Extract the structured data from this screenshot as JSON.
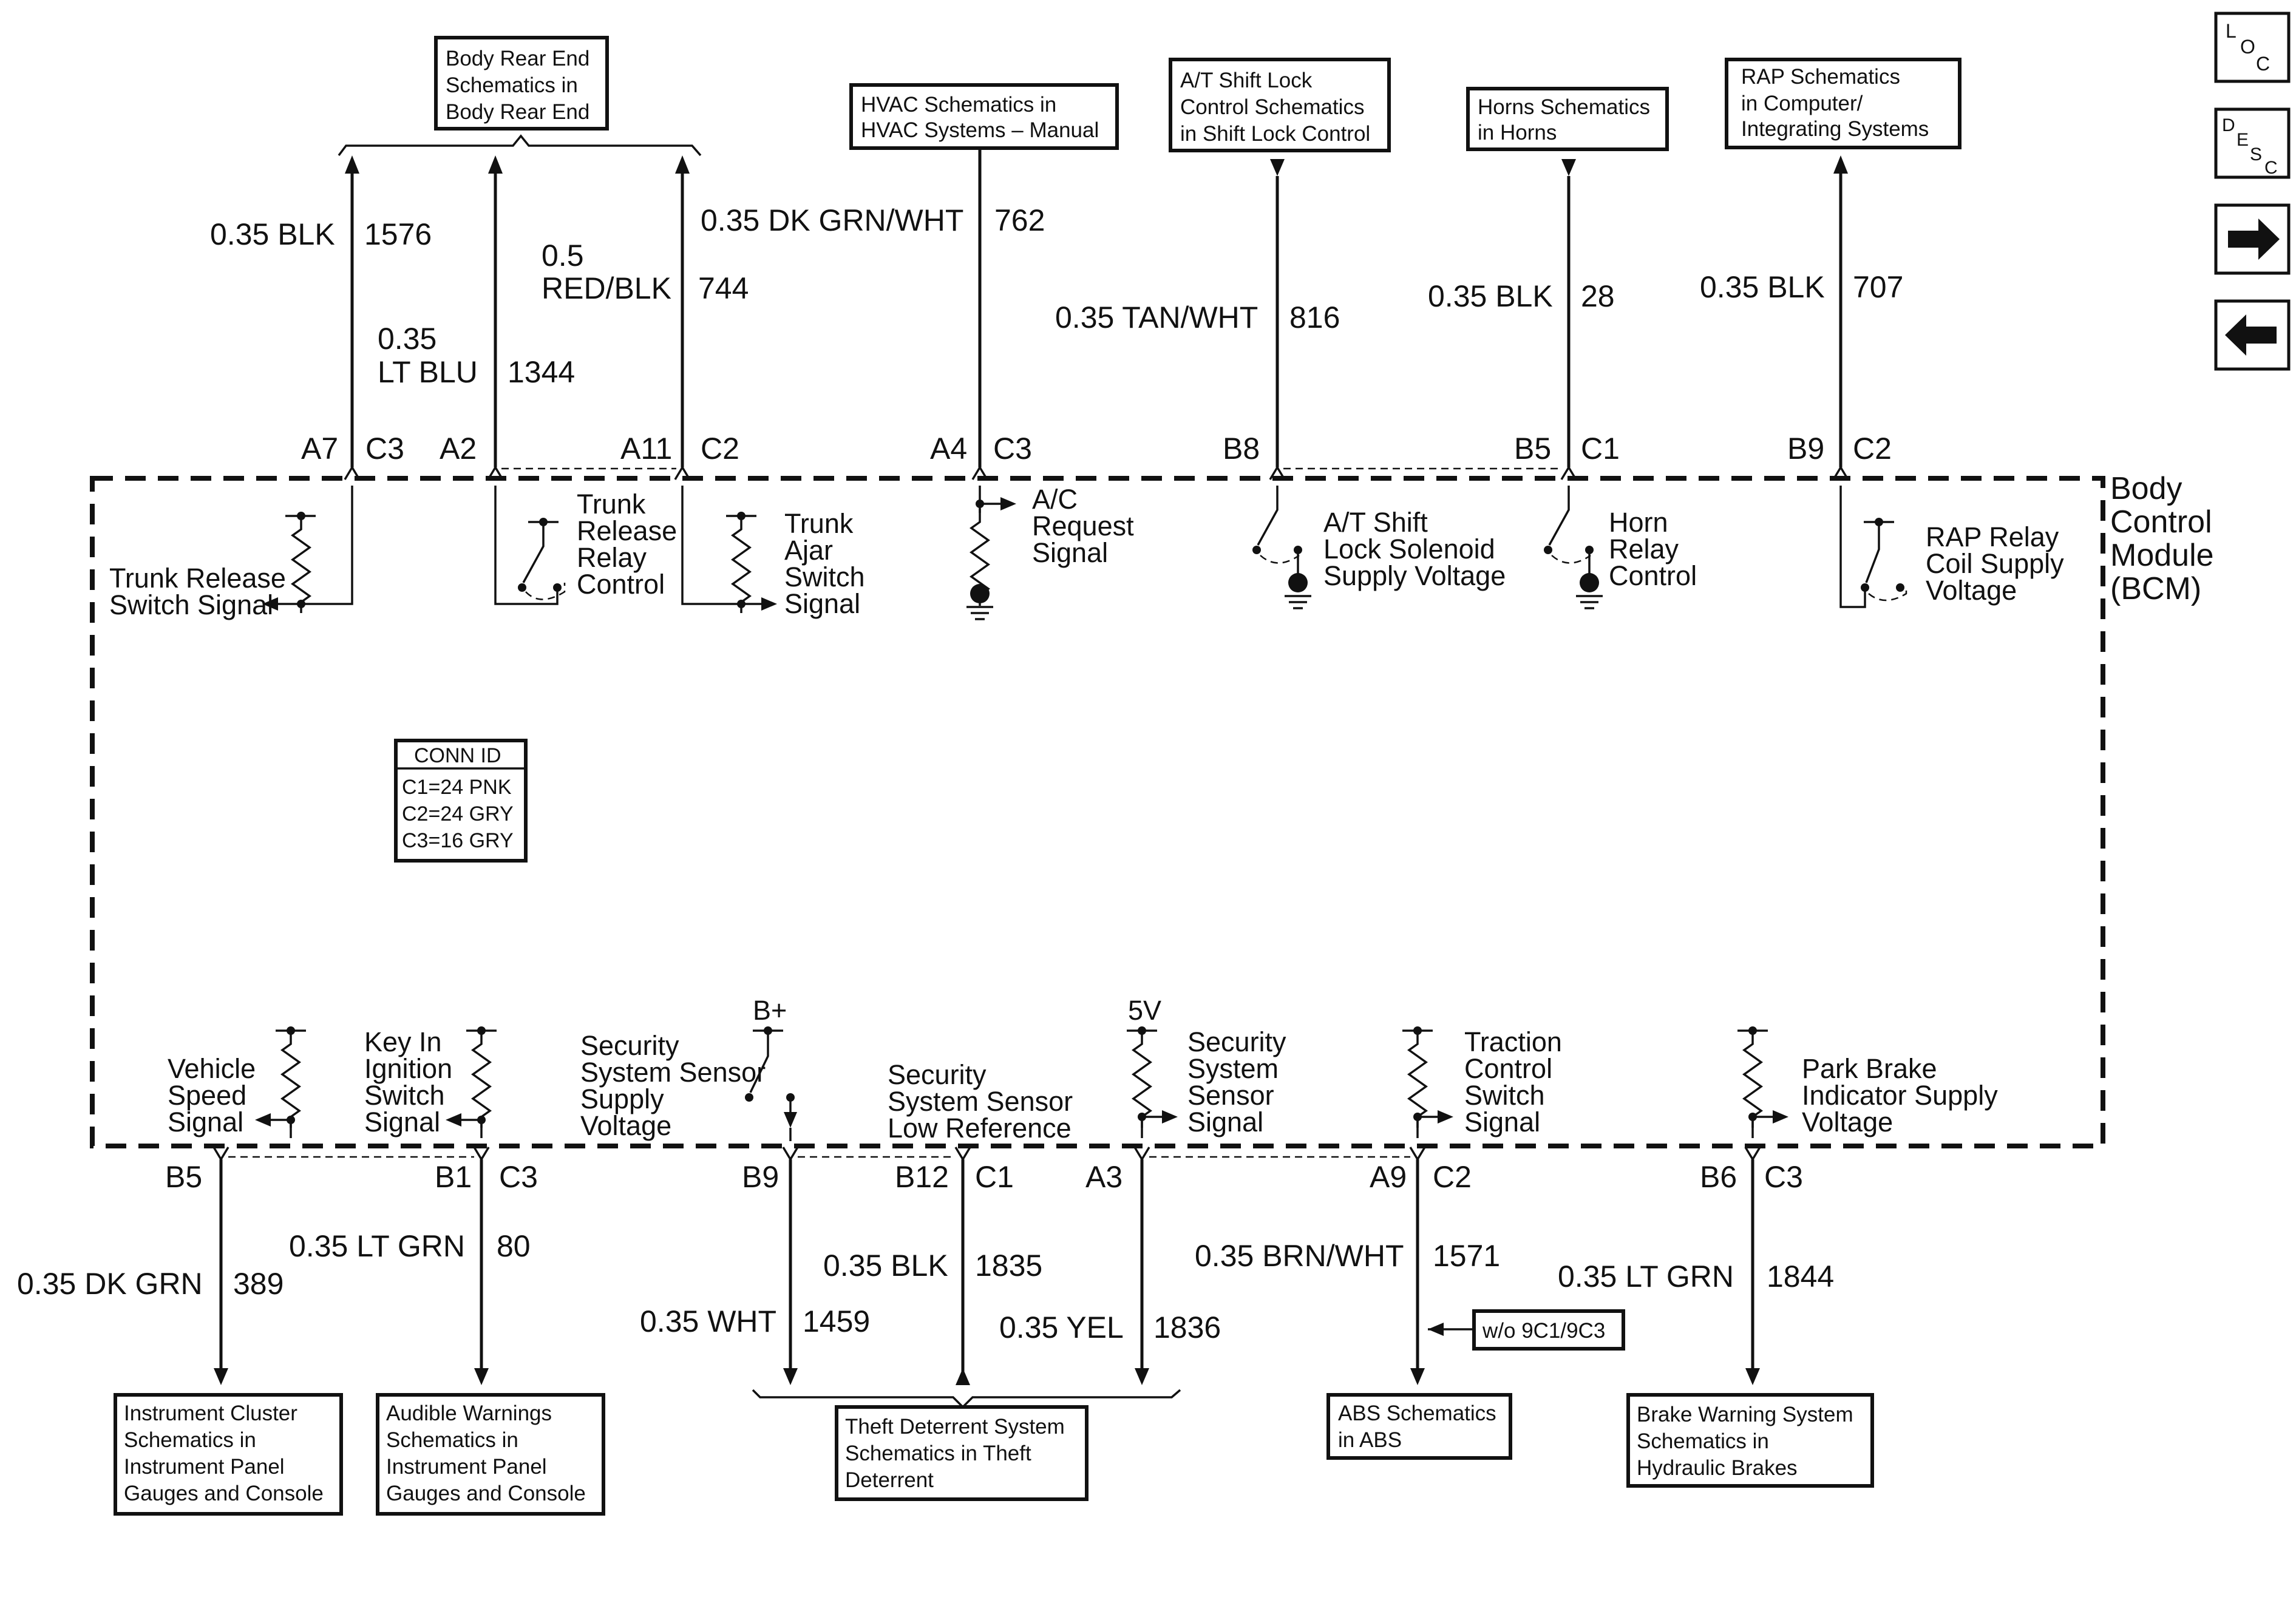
{
  "bcm_label": [
    "Body",
    "Control",
    "Module",
    "(BCM)"
  ],
  "nav_buttons": [
    {
      "name": "loc-button",
      "text": "LOC"
    },
    {
      "name": "desc-button",
      "text": "DESC"
    },
    {
      "name": "next-arrow-button",
      "icon": "right-arrow-icon"
    },
    {
      "name": "prev-arrow-button",
      "icon": "left-arrow-icon"
    }
  ],
  "conn_id": {
    "title": "CONN ID",
    "rows": [
      "C1=24 PNK",
      "C2=24 GRY",
      "C3=16 GRY"
    ]
  },
  "top_boxes": {
    "body_rear": [
      "Body Rear End",
      "Schematics in",
      "Body Rear End"
    ],
    "hvac": [
      "HVAC Schematics in",
      "HVAC Systems – Manual"
    ],
    "shift_lock": [
      "A/T Shift Lock",
      "Control Schematics",
      "in Shift Lock Control"
    ],
    "horns": [
      "Horns Schematics",
      "in Horns"
    ],
    "rap": [
      "RAP Schematics",
      "in Computer/",
      "Integrating Systems"
    ]
  },
  "bottom_boxes": {
    "instrument": [
      "Instrument Cluster",
      "Schematics in",
      "Instrument Panel",
      "Gauges and Console"
    ],
    "audible": [
      "Audible Warnings",
      "Schematics in",
      "Instrument Panel",
      "Gauges and Console"
    ],
    "theft": [
      "Theft Deterrent System",
      "Schematics in Theft",
      "Deterrent"
    ],
    "abs": [
      "ABS Schematics",
      "in ABS"
    ],
    "brake": [
      "Brake Warning System",
      "Schematics in",
      "Hydraulic Brakes"
    ],
    "wo_option": "w/o 9C1/9C3"
  },
  "top_wires": [
    {
      "pin": "A7",
      "conn": "C3",
      "size": [
        "0.35 BLK"
      ],
      "circuit": "1576"
    },
    {
      "pin": "A2",
      "conn": "",
      "size": [
        "0.35",
        "LT BLU"
      ],
      "circuit": "1344"
    },
    {
      "pin": "A11",
      "conn": "C2",
      "size": [
        "0.5",
        "RED/BLK"
      ],
      "circuit": "744"
    },
    {
      "pin": "A4",
      "conn": "C3",
      "size": [
        "0.35 DK GRN/WHT"
      ],
      "circuit": "762"
    },
    {
      "pin": "B8",
      "conn": "",
      "size": [
        "0.35 TAN/WHT"
      ],
      "circuit": "816"
    },
    {
      "pin": "B5",
      "conn": "C1",
      "size": [
        "0.35 BLK"
      ],
      "circuit": "28"
    },
    {
      "pin": "B9",
      "conn": "C2",
      "size": [
        "0.35 BLK"
      ],
      "circuit": "707"
    }
  ],
  "bottom_wires": [
    {
      "pin": "B5",
      "conn": "",
      "size": "0.35 DK GRN",
      "circuit": "389"
    },
    {
      "pin": "B1",
      "conn": "C3",
      "size": "0.35 LT GRN",
      "circuit": "80"
    },
    {
      "pin": "B9",
      "conn": "",
      "size": "0.35 WHT",
      "circuit": "1459"
    },
    {
      "pin": "B12",
      "conn": "C1",
      "size": "0.35 BLK",
      "circuit": "1835"
    },
    {
      "pin": "A3",
      "conn": "",
      "size": "0.35 YEL",
      "circuit": "1836"
    },
    {
      "pin": "A9",
      "conn": "C2",
      "size": "0.35 BRN/WHT",
      "circuit": "1571"
    },
    {
      "pin": "B6",
      "conn": "C3",
      "size": "0.35 LT GRN",
      "circuit": "1844"
    }
  ],
  "inner_top": {
    "trunk_release_switch": [
      "Trunk Release",
      "Switch Signal"
    ],
    "trunk_release_relay": [
      "Trunk",
      "Release",
      "Relay",
      "Control"
    ],
    "trunk_ajar": [
      "Trunk",
      "Ajar",
      "Switch",
      "Signal"
    ],
    "ac_request": [
      "A/C",
      "Request",
      "Signal"
    ],
    "shift_solenoid": [
      "A/T Shift",
      "Lock Solenoid",
      "Supply Voltage"
    ],
    "horn_relay": [
      "Horn",
      "Relay",
      "Control"
    ],
    "rap_relay": [
      "RAP Relay",
      "Coil Supply",
      "Voltage"
    ]
  },
  "inner_bottom": {
    "vehicle_speed": [
      "Vehicle",
      "Speed",
      "Signal"
    ],
    "key_in": [
      "Key In",
      "Ignition",
      "Switch",
      "Signal"
    ],
    "sensor_supply": [
      "Security",
      "System Sensor",
      "Supply",
      "Voltage"
    ],
    "sensor_low_ref": [
      "Security",
      "System Sensor",
      "Low Reference"
    ],
    "sensor_signal": [
      "Security",
      "System",
      "Sensor",
      "Signal"
    ],
    "traction": [
      "Traction",
      "Control",
      "Switch",
      "Signal"
    ],
    "park_brake": [
      "Park Brake",
      "Indicator Supply",
      "Voltage"
    ],
    "b_plus": "B+",
    "five_v": "5V"
  }
}
